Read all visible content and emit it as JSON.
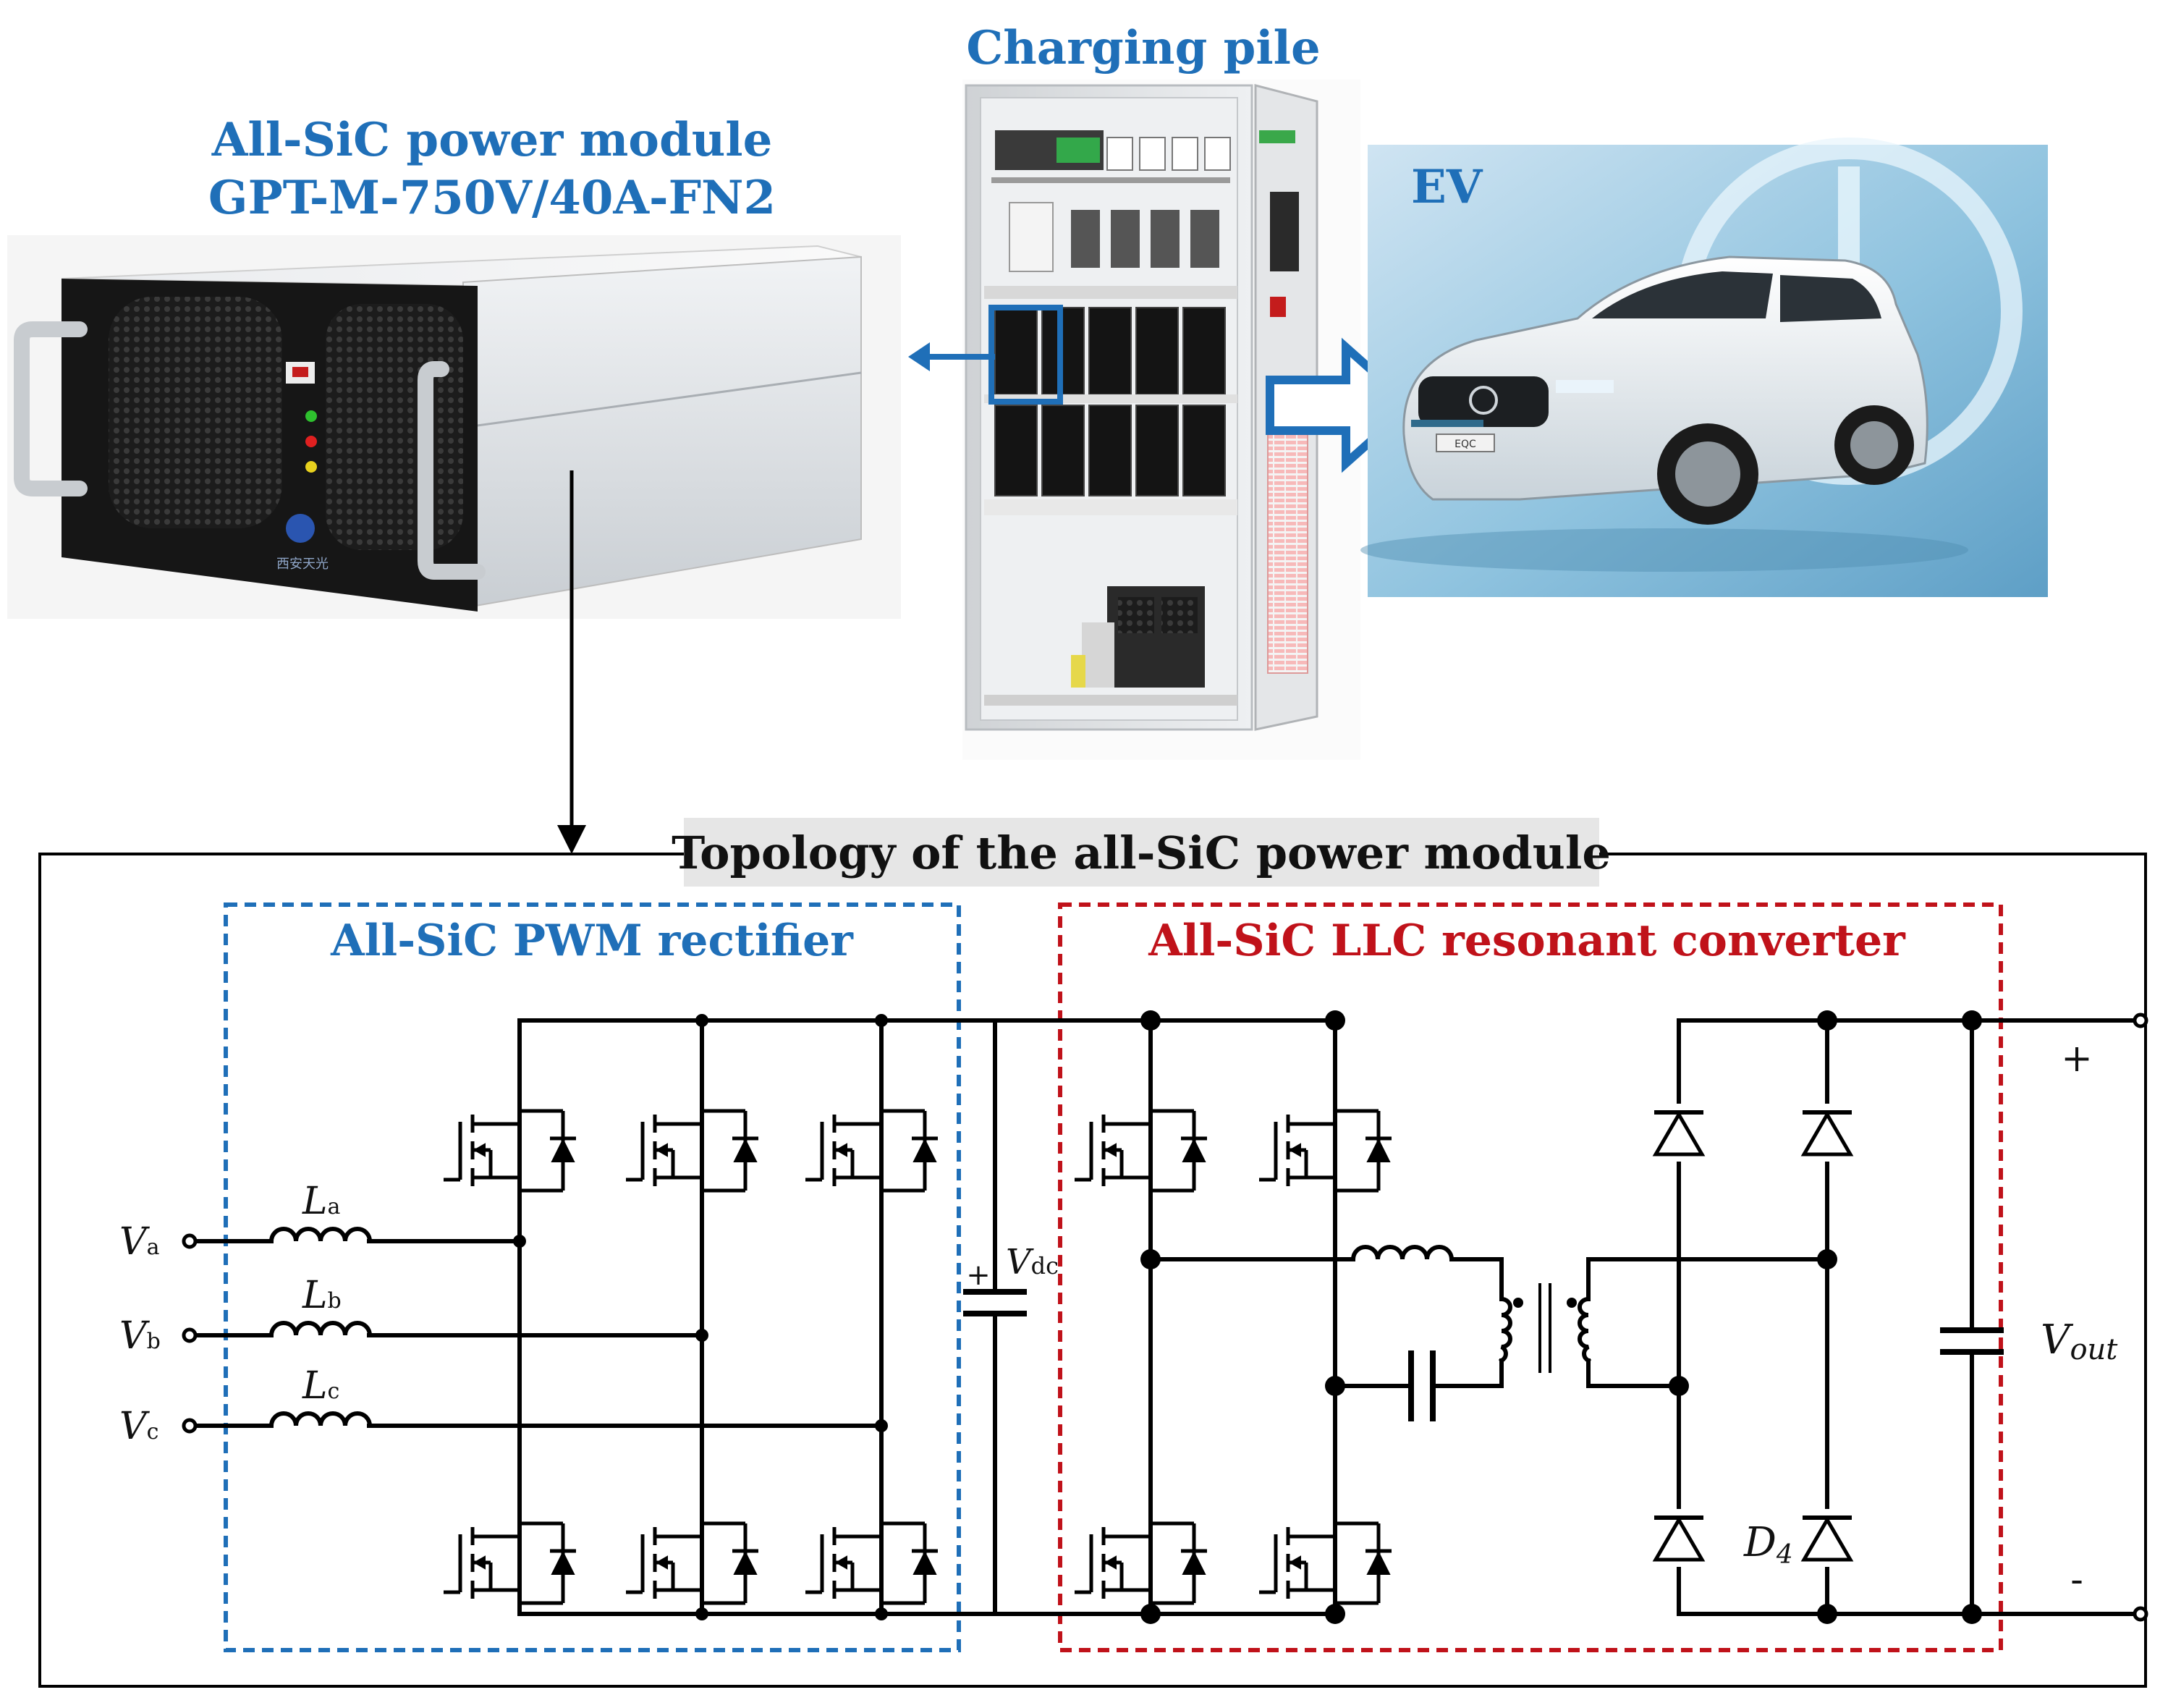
{
  "top_labels": {
    "charging_pile": "Charging pile",
    "module_title_line1": "All-SiC power module",
    "module_title_line2": "GPT-M-750V/40A-FN2",
    "ev": "EV"
  },
  "images": {
    "module_logo_text": "西安天光",
    "car_plate_text": "EQC"
  },
  "topology": {
    "title": "Topology of the all-SiC power module",
    "rectifier_label": "All-SiC PWM rectifier",
    "llc_label": "All-SiC LLC resonant converter"
  },
  "circuit": {
    "inputs": [
      {
        "sym": "V",
        "sub": "a",
        "ind_sym": "L",
        "ind_sub": "a"
      },
      {
        "sym": "V",
        "sub": "b",
        "ind_sym": "L",
        "ind_sub": "b"
      },
      {
        "sym": "V",
        "sub": "c",
        "ind_sym": "L",
        "ind_sub": "c"
      }
    ],
    "vdc": {
      "sym": "V",
      "sub": "dc",
      "plus": "+"
    },
    "vout": {
      "sym": "V",
      "sub": "out"
    },
    "diode": {
      "sym": "D",
      "sub": "4"
    },
    "out_plus": "+",
    "out_minus": "-"
  },
  "colors": {
    "blue": "#1f6fb8",
    "red": "#c0121a",
    "wire": "#000000",
    "title_box": "#e6e6e6"
  }
}
